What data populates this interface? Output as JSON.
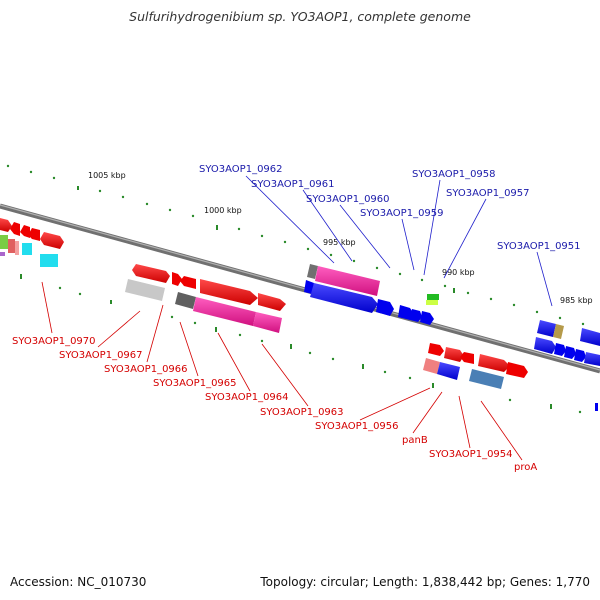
{
  "title": "Sulfurihydrogenibium sp. YO3AOP1, complete genome",
  "footer": {
    "accession": "Accession: NC_010730",
    "summary": "Topology: circular; Length: 1,838,442 bp; Genes: 1,770"
  },
  "kbp_labels": [
    "1005 kbp",
    "1000 kbp",
    "995 kbp",
    "990 kbp",
    "985 kbp"
  ],
  "genes_top": [
    "SYO3AOP1_0962",
    "SYO3AOP1_0961",
    "SYO3AOP1_0960",
    "SYO3AOP1_0959",
    "SYO3AOP1_0958",
    "SYO3AOP1_0957",
    "SYO3AOP1_0951"
  ],
  "genes_bottom": [
    "SYO3AOP1_0970",
    "SYO3AOP1_0967",
    "SYO3AOP1_0966",
    "SYO3AOP1_0965",
    "SYO3AOP1_0964",
    "SYO3AOP1_0963",
    "SYO3AOP1_0956",
    "panB",
    "SYO3AOP1_0954",
    "proA"
  ],
  "colors": {
    "backbone": "#808080",
    "forward_gene": "#0000ee",
    "reverse_gene": "#ee0000",
    "pink_gene": "#ee1c9c",
    "top_label": "#1a1aaa",
    "bottom_label": "#d40000",
    "tick": "#2a8a2a"
  }
}
